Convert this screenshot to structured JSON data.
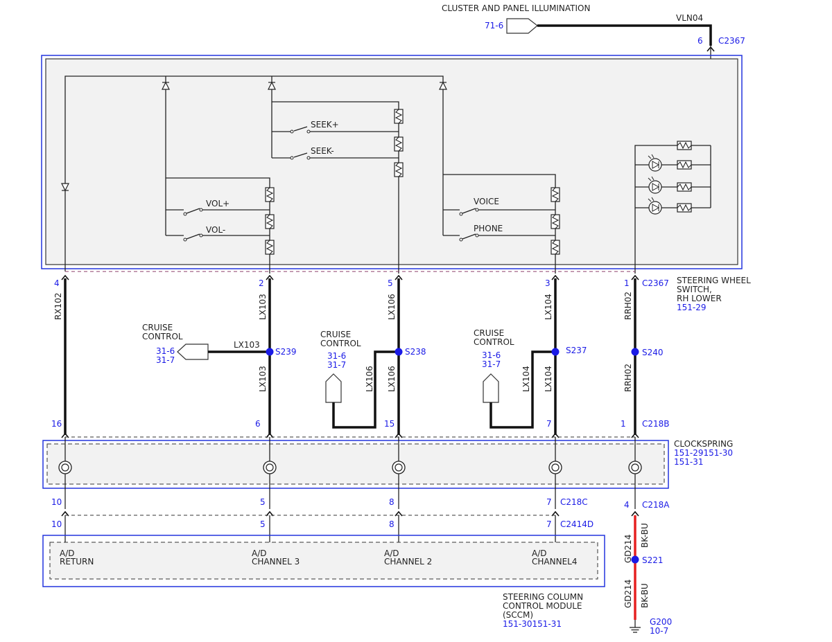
{
  "labels": {
    "cluster_title": "CLUSTER AND PANEL ILLUMINATION",
    "cluster_ref": "71-6",
    "vln04": "VLN04",
    "swsw_line1": "STEERING WHEEL",
    "swsw_line2": "SWITCH,",
    "swsw_line3": "RH LOWER",
    "swsw_ref": "151-29",
    "clock_name": "CLOCKSPRING",
    "clock_ref1": "151-29151-30",
    "clock_ref2": "151-31",
    "sccm_line1": "STEERING COLUMN",
    "sccm_line2": "CONTROL MODULE",
    "sccm_line3": "(SCCM)",
    "sccm_ref": "151-30151-31",
    "g200": "G200",
    "g200_ref": "10-7"
  },
  "switches": {
    "seek_plus": "SEEK+",
    "seek_minus": "SEEK-",
    "vol_plus": "VOL+",
    "vol_minus": "VOL-",
    "voice": "VOICE",
    "phone": "PHONE"
  },
  "connectors": {
    "c2367": "C2367",
    "c2367_top": "C2367",
    "c218b": "C218B",
    "c218c": "C218C",
    "c218a": "C218A",
    "c2414d": "C2414D"
  },
  "pins": {
    "top_c2367": "6",
    "sw": [
      "4",
      "2",
      "5",
      "3",
      "1"
    ],
    "c218b": [
      "16",
      "6",
      "15",
      "7",
      "1"
    ],
    "c218c": [
      "10",
      "5",
      "8",
      "7",
      "4"
    ],
    "c2414d": [
      "10",
      "5",
      "8",
      "7"
    ]
  },
  "wires": {
    "rx102": "RX102",
    "lx103": "LX103",
    "lx106": "LX106",
    "lx104": "LX104",
    "rrh02": "RRH02",
    "gd214": "GD214",
    "bk_bu": "BK-BU"
  },
  "splices": {
    "s239": "S239",
    "s238": "S238",
    "s237": "S237",
    "s240": "S240",
    "s221": "S221"
  },
  "cruise": {
    "line1": "CRUISE",
    "line2": "CONTROL",
    "ref1": "31-6",
    "ref2": "31-7"
  },
  "module_pins": {
    "ad": "A/D",
    "return": "RETURN",
    "ch3": "CHANNEL 3",
    "ch2": "CHANNEL 2",
    "ch4": "CHANNEL4"
  }
}
